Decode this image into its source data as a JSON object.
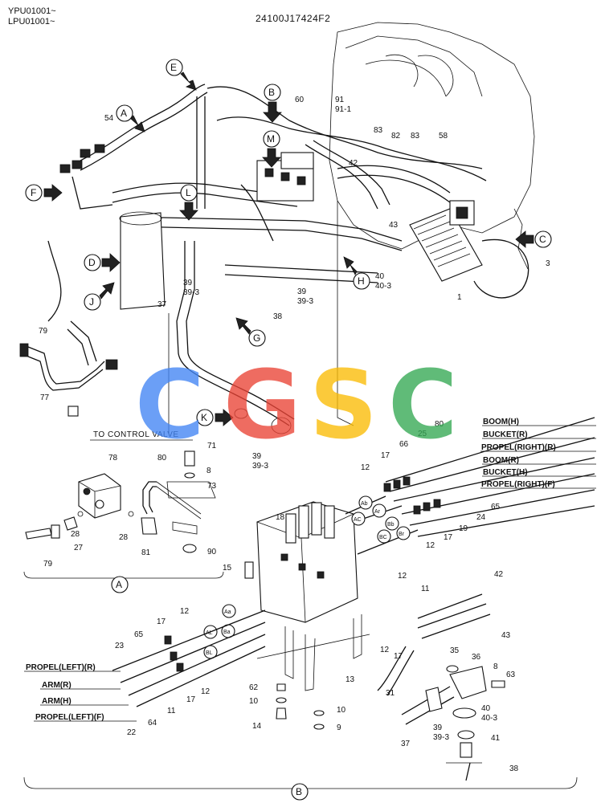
{
  "header": {
    "serial_1": "YPU01001~",
    "serial_2": "LPU01001~",
    "doc_id": "24100J17424F2"
  },
  "watermark": {
    "letters": [
      "C",
      "G",
      "S",
      "C"
    ],
    "colors": [
      "#4285F4",
      "#EA4335",
      "#FBBC05",
      "#34A853"
    ]
  },
  "views": [
    "E",
    "B",
    "A",
    "M",
    "F",
    "L",
    "C",
    "D",
    "J",
    "H",
    "G",
    "K"
  ],
  "section_labels": {
    "detail_a": "A",
    "detail_b": "B",
    "to_control_valve": "TO CONTROL VALVE"
  },
  "top_numbers": [
    "54",
    "60",
    "91",
    "91-1",
    "83",
    "82",
    "83",
    "58",
    "42",
    "43",
    "3",
    "1",
    "39",
    "39-3",
    "37",
    "38",
    "39",
    "39-3",
    "40",
    "40-3",
    "79",
    "77",
    "39",
    "39-3"
  ],
  "detail_a_numbers": [
    "78",
    "80",
    "71",
    "8",
    "73",
    "28",
    "28",
    "27",
    "81",
    "90",
    "79"
  ],
  "detail_b_numbers": [
    "80",
    "25",
    "66",
    "12",
    "17",
    "65",
    "24",
    "19",
    "12",
    "17",
    "18",
    "15",
    "12",
    "11",
    "42",
    "43",
    "12",
    "17",
    "35",
    "36",
    "8",
    "63",
    "17",
    "65",
    "23",
    "12",
    "12",
    "17",
    "11",
    "64",
    "22",
    "62",
    "10",
    "14",
    "13",
    "31",
    "10",
    "9",
    "40",
    "40-3",
    "39",
    "39-3",
    "41",
    "37",
    "38"
  ],
  "port_labels": [
    "Ab",
    "Ar",
    "AC",
    "Bb",
    "Br",
    "BC",
    "Aa",
    "AL",
    "Ba",
    "BL"
  ],
  "hose_labels_right": [
    "BOOM(H)",
    "BUCKET(R)",
    "PROPEL(RIGHT)(R)",
    "BOOM(R)",
    "BUCKET(H)",
    "PROPEL(RIGHT)(F)"
  ],
  "hose_labels_left": [
    "PROPEL(LEFT)(R)",
    "ARM(R)",
    "ARM(H)",
    "PROPEL(LEFT)(F)"
  ]
}
